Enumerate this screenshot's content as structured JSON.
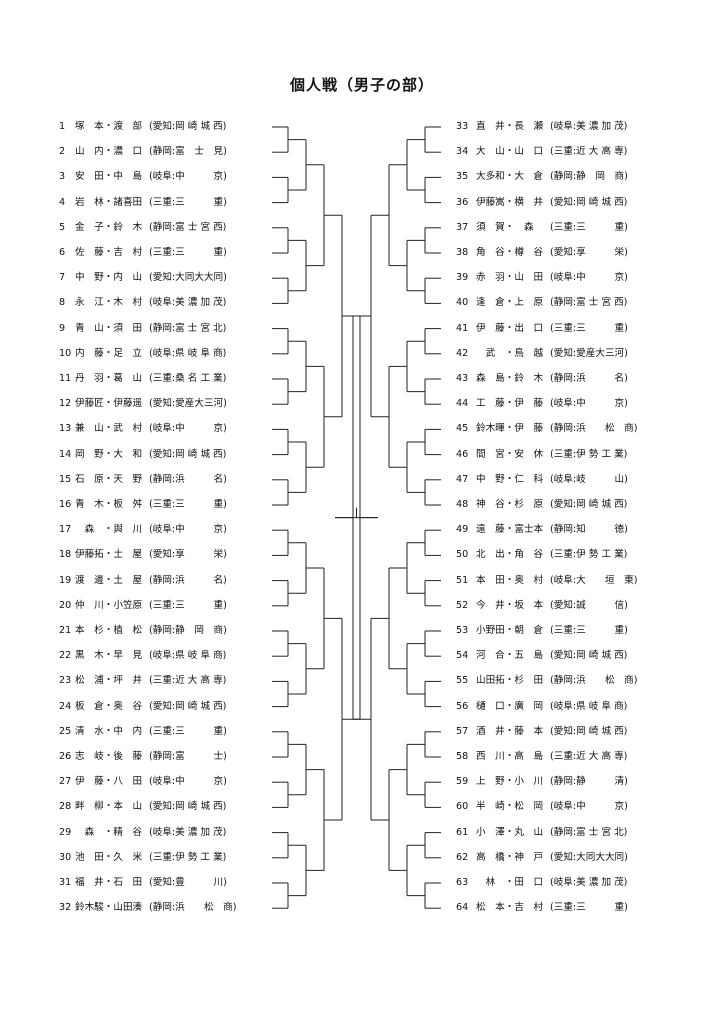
{
  "title": "個人戦（男子の部）",
  "left": [
    {
      "no": "1",
      "name": "塚　本・渡　部",
      "team": "(愛知:岡 崎 城 西)"
    },
    {
      "no": "2",
      "name": "山　内・濃　口",
      "team": "(静岡:富　士　見)"
    },
    {
      "no": "3",
      "name": "安　田・中　島",
      "team": "(岐阜:中　　　京)"
    },
    {
      "no": "4",
      "name": "岩　林・諸喜田",
      "team": "(三重:三　　　重)"
    },
    {
      "no": "5",
      "name": "金　子・鈴　木",
      "team": "(静岡:富 士 宮 西)"
    },
    {
      "no": "6",
      "name": "佐　藤・吉　村",
      "team": "(三重:三　　　重)"
    },
    {
      "no": "7",
      "name": "中　野・内　山",
      "team": "(愛知:大同大大同)"
    },
    {
      "no": "8",
      "name": "永　江・木　村",
      "team": "(岐阜:美 濃 加 茂)"
    },
    {
      "no": "9",
      "name": "青　山・須　田",
      "team": "(静岡:富 士 宮 北)"
    },
    {
      "no": "10",
      "name": "内　藤・足　立",
      "team": "(岐阜:県 岐 阜 商)"
    },
    {
      "no": "11",
      "name": "丹　羽・葛　山",
      "team": "(三重:桑 名 工 業)"
    },
    {
      "no": "12",
      "name": "伊藤匠・伊藤遥",
      "team": "(愛知:愛産大三河)"
    },
    {
      "no": "13",
      "name": "兼　山・武　村",
      "team": "(岐阜:中　　　京)"
    },
    {
      "no": "14",
      "name": "岡　野・大　和",
      "team": "(愛知:岡 崎 城 西)"
    },
    {
      "no": "15",
      "name": "石　原・天　野",
      "team": "(静岡:浜　　　名)"
    },
    {
      "no": "16",
      "name": "青　木・板　舛",
      "team": "(三重:三　　　重)"
    },
    {
      "no": "17",
      "name": "　森　・與　川",
      "team": "(岐阜:中　　　京)"
    },
    {
      "no": "18",
      "name": "伊藤拓・土　屋",
      "team": "(愛知:享　　　栄)"
    },
    {
      "no": "19",
      "name": "渡　邊・土　屋",
      "team": "(静岡:浜　　　名)"
    },
    {
      "no": "20",
      "name": "仲　川・小笠原",
      "team": "(三重:三　　　重)"
    },
    {
      "no": "21",
      "name": "本　杉・植　松",
      "team": "(静岡:静　岡　商)"
    },
    {
      "no": "22",
      "name": "黒　木・早　見",
      "team": "(岐阜:県 岐 阜 商)"
    },
    {
      "no": "23",
      "name": "松　浦・坪　井",
      "team": "(三重:近 大 高 専)"
    },
    {
      "no": "24",
      "name": "板　倉・奥　谷",
      "team": "(愛知:岡 崎 城 西)"
    },
    {
      "no": "25",
      "name": "清　水・中　内",
      "team": "(三重:三　　　重)"
    },
    {
      "no": "26",
      "name": "志　岐・後　藤",
      "team": "(静岡:富　　　士)"
    },
    {
      "no": "27",
      "name": "伊　藤・八　田",
      "team": "(岐阜:中　　　京)"
    },
    {
      "no": "28",
      "name": "畔　柳・本　山",
      "team": "(愛知:岡 崎 城 西)"
    },
    {
      "no": "29",
      "name": "　森　・精　谷",
      "team": "(岐阜:美 濃 加 茂)"
    },
    {
      "no": "30",
      "name": "池　田・久　米",
      "team": "(三重:伊 勢 工 業)"
    },
    {
      "no": "31",
      "name": "福　井・石　田",
      "team": "(愛知:豊　　　川)"
    },
    {
      "no": "32",
      "name": "鈴木駿・山田湊",
      "team": "(静岡:浜　　松　商)"
    }
  ],
  "right": [
    {
      "no": "33",
      "name": "直　井・長　瀬",
      "team": "(岐阜:美 濃 加 茂)"
    },
    {
      "no": "34",
      "name": "大　山・山　口",
      "team": "(三重:近 大 高 専)"
    },
    {
      "no": "35",
      "name": "大多和・大　倉",
      "team": "(静岡:静　岡　商)"
    },
    {
      "no": "36",
      "name": "伊藤嵩・横　井",
      "team": "(愛知:岡 崎 城 西)"
    },
    {
      "no": "37",
      "name": "須　賀・　森　",
      "team": "(三重:三　　　重)"
    },
    {
      "no": "38",
      "name": "角　谷・樽　谷",
      "team": "(愛知:享　　　栄)"
    },
    {
      "no": "39",
      "name": "赤　羽・山　田",
      "team": "(岐阜:中　　　京)"
    },
    {
      "no": "40",
      "name": "逢　倉・上　原",
      "team": "(静岡:富 士 宮 西)"
    },
    {
      "no": "41",
      "name": "伊　藤・出　口",
      "team": "(三重:三　　　重)"
    },
    {
      "no": "42",
      "name": "　武　・鳥　越",
      "team": "(愛知:愛産大三河)"
    },
    {
      "no": "43",
      "name": "森　島・鈴　木",
      "team": "(静岡:浜　　　名)"
    },
    {
      "no": "44",
      "name": "工　藤・伊　藤",
      "team": "(岐阜:中　　　京)"
    },
    {
      "no": "45",
      "name": "鈴木暉・伊　藤",
      "team": "(静岡:浜　　松　商)"
    },
    {
      "no": "46",
      "name": "間　宮・安　休",
      "team": "(三重:伊 勢 工 業)"
    },
    {
      "no": "47",
      "name": "中　野・仁　科",
      "team": "(岐阜:岐　　　山)"
    },
    {
      "no": "48",
      "name": "神　谷・杉　原",
      "team": "(愛知:岡 崎 城 西)"
    },
    {
      "no": "49",
      "name": "遠　藤・富士本",
      "team": "(静岡:知　　　徳)"
    },
    {
      "no": "50",
      "name": "北　出・角　谷",
      "team": "(三重:伊 勢 工 業)"
    },
    {
      "no": "51",
      "name": "本　田・奥　村",
      "team": "(岐阜:大　　垣　東)"
    },
    {
      "no": "52",
      "name": "今　井・坂　本",
      "team": "(愛知:誠　　　信)"
    },
    {
      "no": "53",
      "name": "小野田・朝　倉",
      "team": "(三重:三　　　重)"
    },
    {
      "no": "54",
      "name": "河　合・五　島",
      "team": "(愛知:岡 崎 城 西)"
    },
    {
      "no": "55",
      "name": "山田拓・杉　田",
      "team": "(静岡:浜　　松　商)"
    },
    {
      "no": "56",
      "name": "樋　口・廣　岡",
      "team": "(岐阜:県 岐 阜 商)"
    },
    {
      "no": "57",
      "name": "酒　井・藤　本",
      "team": "(愛知:岡 崎 城 西)"
    },
    {
      "no": "58",
      "name": "西　川・高　島",
      "team": "(三重:近 大 高 専)"
    },
    {
      "no": "59",
      "name": "上　野・小　川",
      "team": "(静岡:静　　　清)"
    },
    {
      "no": "60",
      "name": "半　崎・松　岡",
      "team": "(岐阜:中　　　京)"
    },
    {
      "no": "61",
      "name": "小　澤・丸　山",
      "team": "(静岡:富 士 宮 北)"
    },
    {
      "no": "62",
      "name": "高　橋・神　戸",
      "team": "(愛知:大同大大同)"
    },
    {
      "no": "63",
      "name": "　林　・田　口",
      "team": "(岐阜:美 濃 加 茂)"
    },
    {
      "no": "64",
      "name": "松　本・吉　村",
      "team": "(三重:三　　　重)"
    }
  ]
}
